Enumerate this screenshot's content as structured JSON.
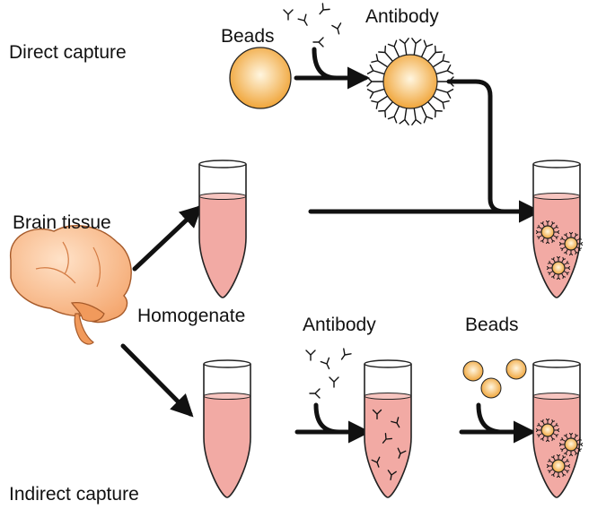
{
  "labels": {
    "direct_capture": "Direct capture",
    "indirect_capture": "Indirect capture",
    "brain_tissue": "Brain tissue",
    "homogenate": "Homogenate",
    "beads_top": "Beads",
    "antibody_top": "Antibody",
    "antibody_bottom": "Antibody",
    "beads_bottom": "Beads"
  },
  "colors": {
    "bead": "#f0a53a",
    "bead_highlight": "#fff6e0",
    "liquid": "#f2aaa4",
    "brain": "#f4a56c",
    "brain_highlight": "#ffe2c8",
    "arrow": "#111111"
  },
  "icons": [
    "brain-icon",
    "tube-icon",
    "bead-icon",
    "antibody-icon",
    "antibody-coated-bead-icon"
  ]
}
